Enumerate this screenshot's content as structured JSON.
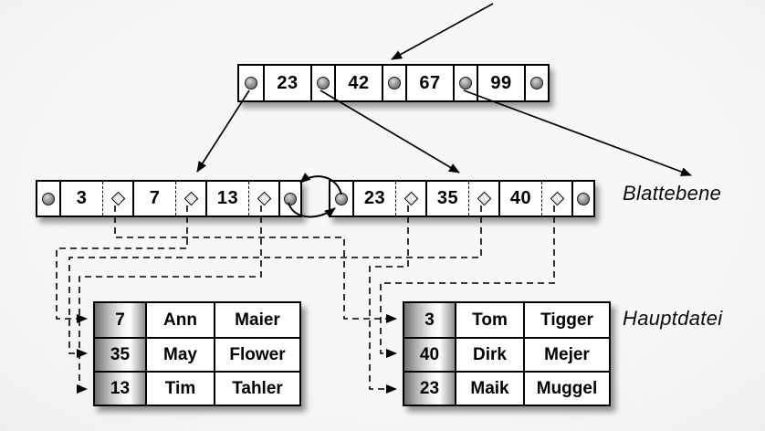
{
  "labels": {
    "leaf_level": "Blattebene",
    "main_file": "Hauptdatei"
  },
  "root_node": {
    "keys": [
      "23",
      "42",
      "67",
      "99"
    ]
  },
  "leaf_nodes": {
    "left": {
      "keys": [
        "3",
        "7",
        "13"
      ]
    },
    "right": {
      "keys": [
        "23",
        "35",
        "40"
      ]
    }
  },
  "tables": {
    "left": {
      "rows": [
        [
          "7",
          "Ann",
          "Maier"
        ],
        [
          "35",
          "May",
          "Flower"
        ],
        [
          "13",
          "Tim",
          "Tahler"
        ]
      ]
    },
    "right": {
      "rows": [
        [
          "3",
          "Tom",
          "Tigger"
        ],
        [
          "40",
          "Dirk",
          "Mejer"
        ],
        [
          "23",
          "Maik",
          "Muggel"
        ]
      ]
    }
  },
  "colors": {
    "line": "#000000",
    "node_fill": "#ffffff",
    "background": "#f5f5f5"
  }
}
